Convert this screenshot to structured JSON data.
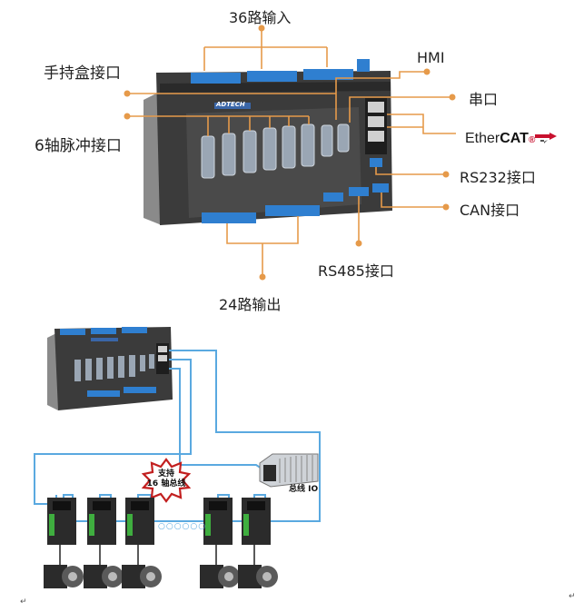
{
  "labels": {
    "inputs_36": "36路输入",
    "hmi": "HMI",
    "pendant": "手持盒接口",
    "serial": "串口",
    "pulse6": "6轴脉冲接口",
    "ethercat": "Ether",
    "ethercat_bold": "CAT",
    "ethercat_mark": "®",
    "rs232": "RS232接口",
    "can": "CAN接口",
    "rs485": "RS485接口",
    "outputs_24": "24路输出"
  },
  "device": {
    "brand": "ADTECH"
  },
  "bus": {
    "burst_text": "支持\n16 轴总线",
    "io_label": "总线 IO",
    "ellipsis": "○○○○○○"
  },
  "marks": {
    "para_left": "↵",
    "para_right": "↵"
  },
  "colors": {
    "accent": "#e69a4a",
    "cable": "#5aa9e0",
    "burst": "#c21f1f",
    "body": "#3a3a3a",
    "terminal": "#2f7fd0"
  }
}
